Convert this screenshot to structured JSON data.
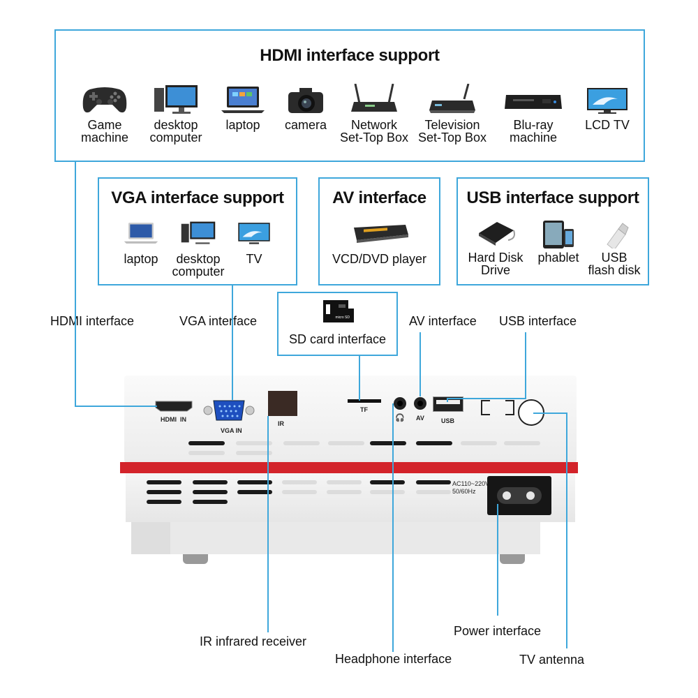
{
  "colors": {
    "accent": "#3ea7db",
    "stripe": "#d3232a",
    "body": "#f4f4f4"
  },
  "hdmi_box": {
    "title": "HDMI interface support",
    "devices": [
      {
        "icon": "gamepad-icon",
        "line1": "Game",
        "line2": "machine"
      },
      {
        "icon": "desktop-computer-icon",
        "line1": "desktop",
        "line2": "computer"
      },
      {
        "icon": "laptop-icon",
        "line1": "laptop",
        "line2": ""
      },
      {
        "icon": "camera-icon",
        "line1": "camera",
        "line2": ""
      },
      {
        "icon": "router-icon",
        "line1": "Network",
        "line2": "Set-Top Box"
      },
      {
        "icon": "set-top-box-icon",
        "line1": "Television",
        "line2": "Set-Top Box"
      },
      {
        "icon": "blu-ray-icon",
        "line1": "Blu-ray",
        "line2": "machine"
      },
      {
        "icon": "lcd-tv-icon",
        "line1": "LCD TV",
        "line2": ""
      }
    ]
  },
  "vga_box": {
    "title": "VGA interface support",
    "devices": [
      {
        "icon": "laptop-icon",
        "line1": "laptop",
        "line2": ""
      },
      {
        "icon": "desktop-computer-icon",
        "line1": "desktop",
        "line2": "computer"
      },
      {
        "icon": "tv-icon",
        "line1": "TV",
        "line2": ""
      }
    ]
  },
  "av_box": {
    "title": "AV interface",
    "devices": [
      {
        "icon": "dvd-player-icon",
        "line1": "VCD/DVD player",
        "line2": ""
      }
    ]
  },
  "usb_box": {
    "title": "USB interface support",
    "devices": [
      {
        "icon": "hard-disk-icon",
        "line1": "Hard Disk",
        "line2": "Drive"
      },
      {
        "icon": "phablet-icon",
        "line1": "phablet",
        "line2": ""
      },
      {
        "icon": "usb-flash-icon",
        "line1": "USB",
        "line2": "flash disk"
      }
    ]
  },
  "sd_box": {
    "label": "SD card interface",
    "card_text": "micro SD"
  },
  "callouts": {
    "hdmi": "HDMI interface",
    "vga": "VGA interface",
    "av": "AV interface",
    "usb": "USB interface",
    "ir": "IR infrared receiver",
    "headphone": "Headphone interface",
    "power": "Power interface",
    "antenna": "TV antenna"
  },
  "ports": {
    "hdmi": "HDMI  IN",
    "vga": "VGA IN",
    "ir": "IR",
    "tf": "TF",
    "av": "AV",
    "usb": "USB",
    "power_rating_1": "AC110~220V",
    "power_rating_2": "50/60Hz"
  }
}
